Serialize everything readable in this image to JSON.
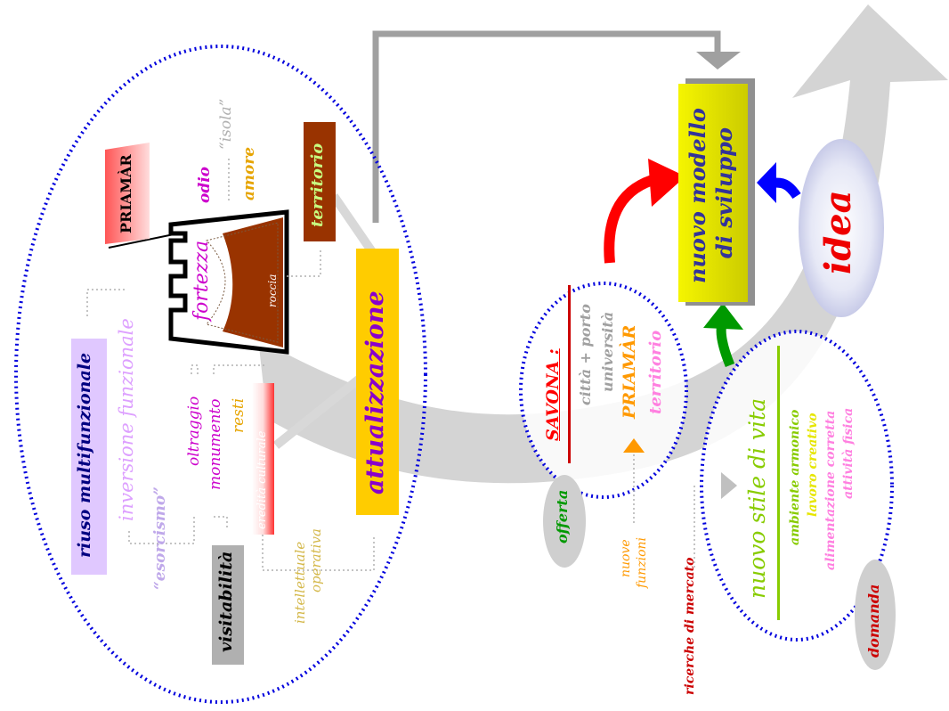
{
  "left_group": {
    "riuso": "riuso multifunzionale",
    "inversione": "inversione funzionale",
    "esorcismo": "“esorcismo”",
    "visitabilita": "visitabilità",
    "oltraggio": "oltraggio",
    "monumento": "monumento",
    "resti": "resti",
    "eredita": "eredità culturale",
    "intellettuale": "intellettuale",
    "operativa": "operativa",
    "fortezza": "fortezza",
    "roccia": "roccia",
    "priamar": "PRIAMÀR",
    "odio": "odio",
    "amore": "amore",
    "isola": "“isola”",
    "territorio": "territorio",
    "attualizzazione": "attualizzazione"
  },
  "offerta_group": {
    "savona": "SAVONA :",
    "citta_porto": "città + porto",
    "universita": "università",
    "priamar": "PRIAMÀR",
    "territorio": "territorio",
    "offerta": "offerta",
    "nuove": "nuove",
    "funzioni": "funzioni"
  },
  "domanda_group": {
    "stile": "nuovo stile di vita",
    "ambiente": "ambiente armonico",
    "lavoro": "lavoro creativo",
    "alimentazione": "alimentazione corretta",
    "attivita": "attività fisica",
    "domanda": "domanda",
    "ricerche": "ricerche di mercato"
  },
  "modello": {
    "line1": "nuovo modello",
    "line2": "di sviluppo"
  },
  "idea": "idea",
  "colors": {
    "dotted_border": "#0000dd",
    "attualizzazione_bg": "#ffcc00",
    "attualizzazione_text": "#8800cc",
    "modello_bg": "#e6e600",
    "territorio_bg": "#993300",
    "riuso_bg": "#e0c8ff",
    "visitabilita_bg": "#b0b0b0",
    "red_arrow": "#ff0000",
    "green_arrow": "#009900",
    "blue_arrow": "#0000ff",
    "big_arrow": "#c0c0c0"
  }
}
